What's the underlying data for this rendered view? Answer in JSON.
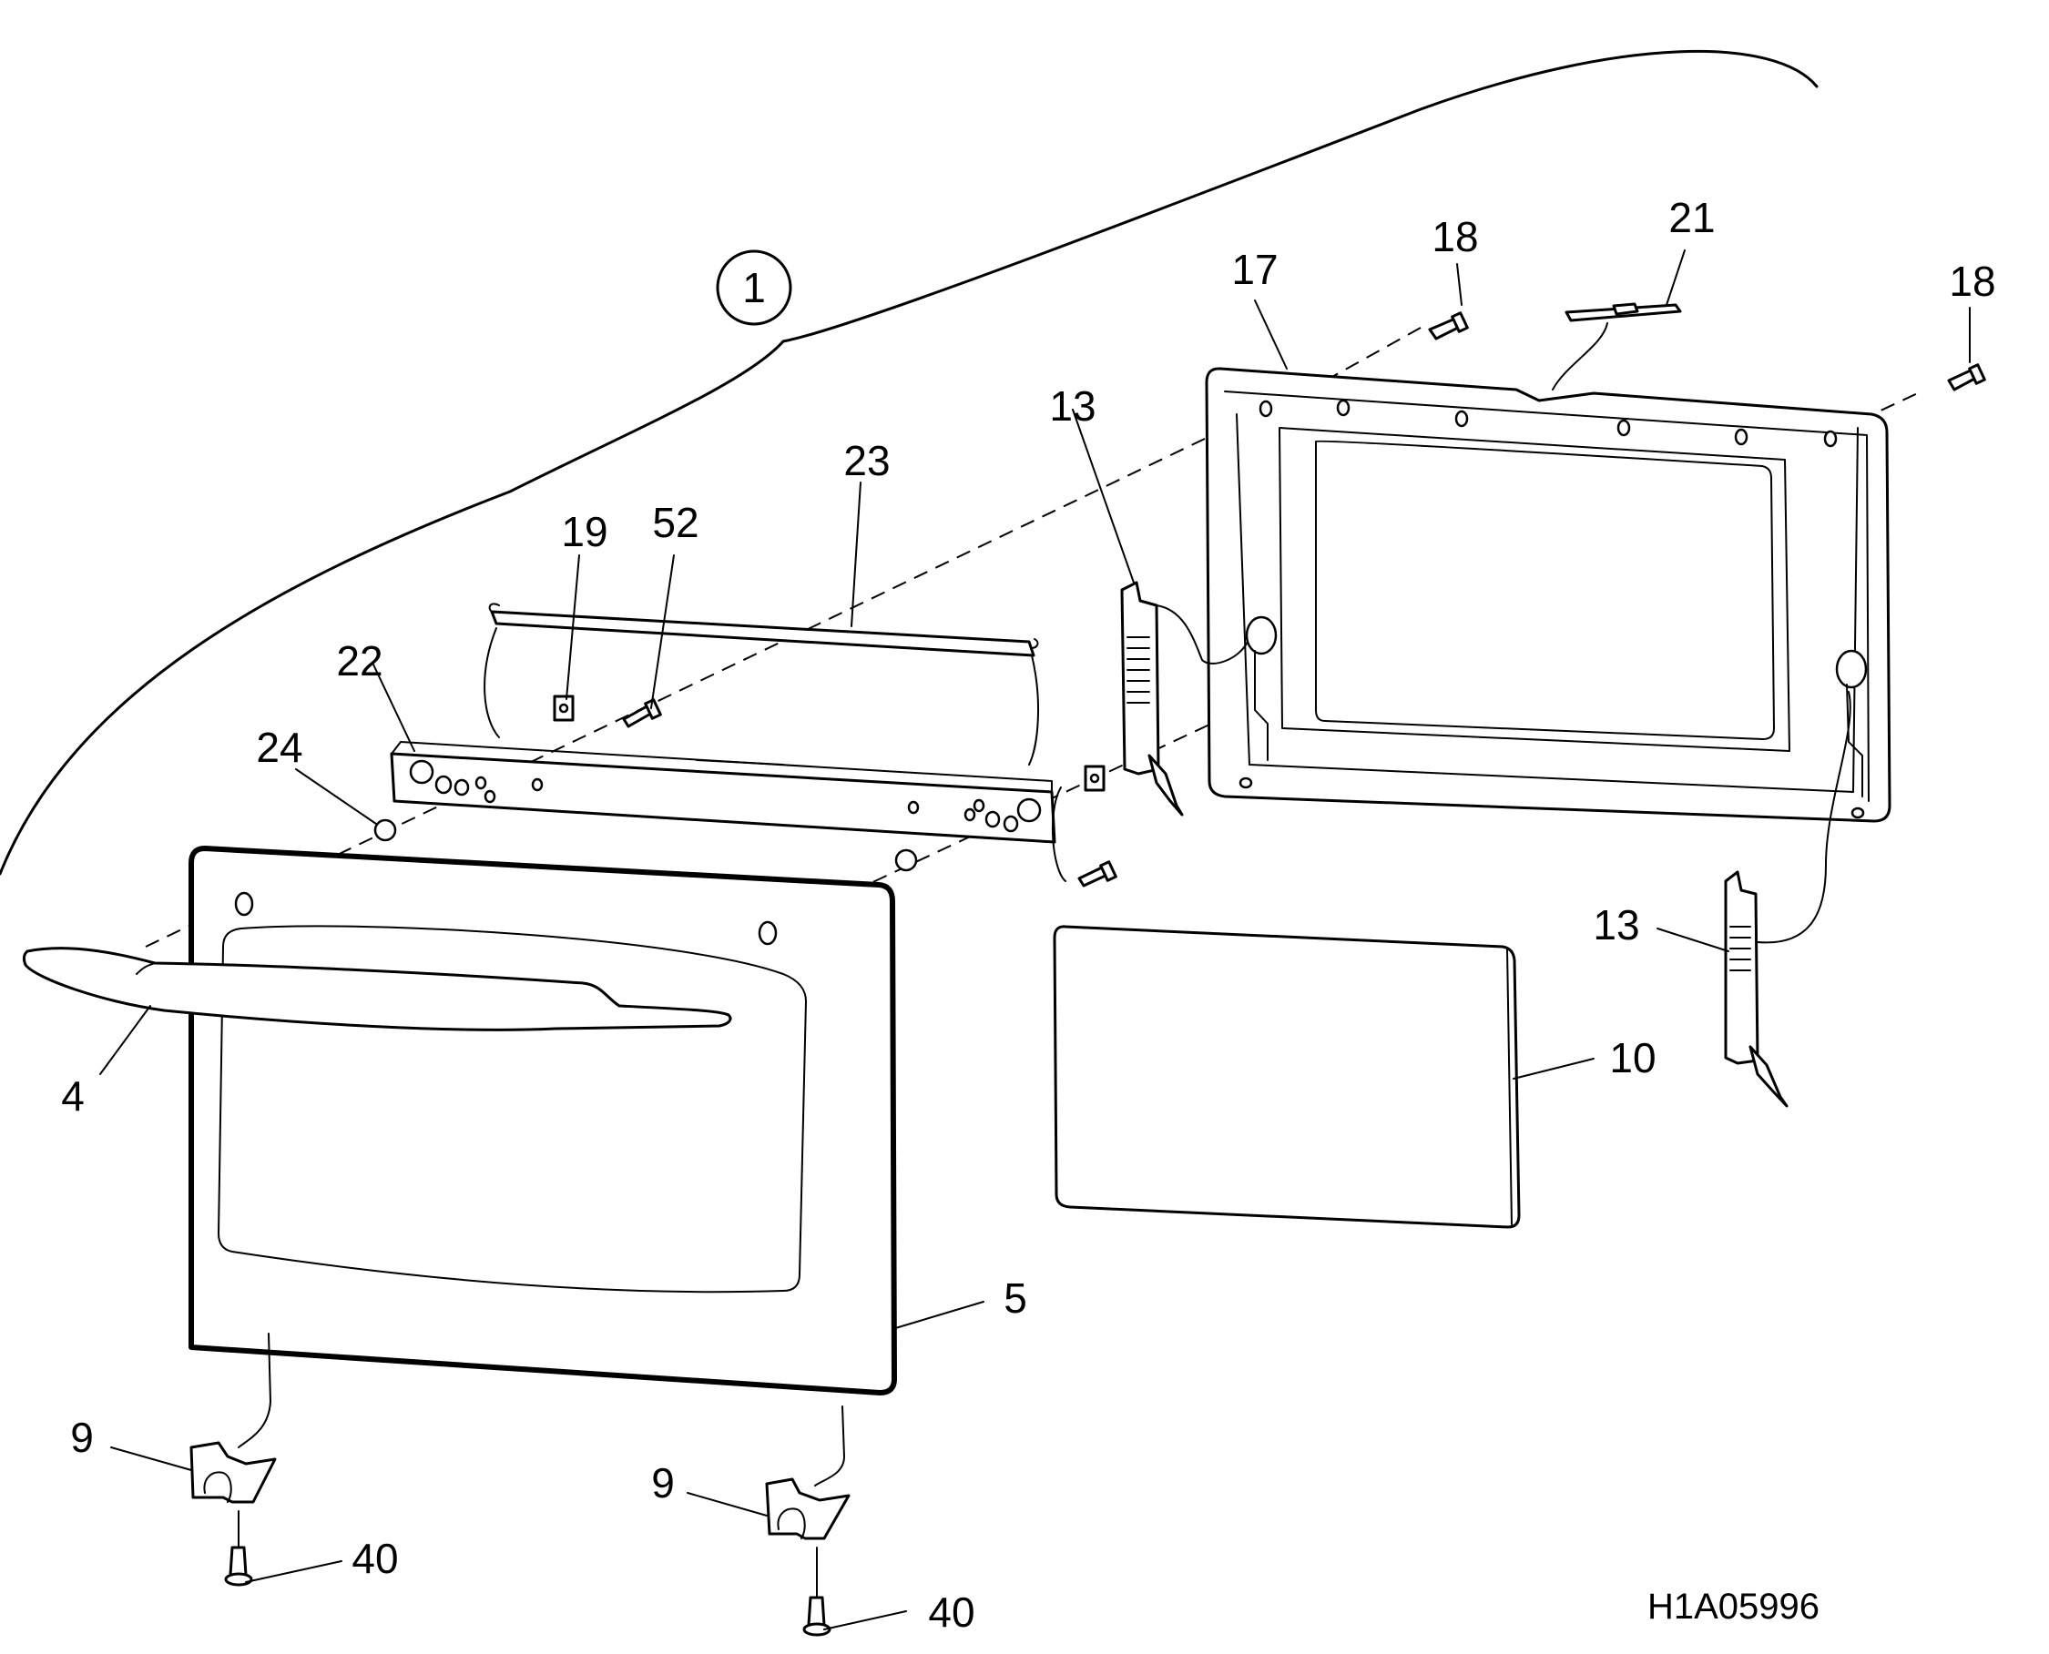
{
  "diagram": {
    "callouts": {
      "assembly": "1",
      "c4": "4",
      "c5": "5",
      "c9a": "9",
      "c9b": "9",
      "c10": "10",
      "c13a": "13",
      "c13b": "13",
      "c17": "17",
      "c18a": "18",
      "c18b": "18",
      "c19": "19",
      "c21": "21",
      "c22": "22",
      "c23": "23",
      "c24": "24",
      "c40a": "40",
      "c40b": "40",
      "c52": "52"
    },
    "drawing_code": "H1A05996"
  }
}
